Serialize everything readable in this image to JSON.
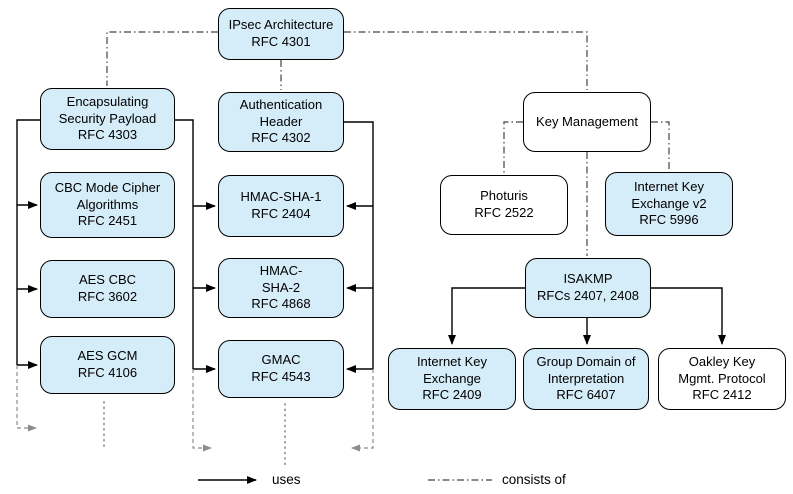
{
  "colors": {
    "box_fill_blue": "#d5ecf9",
    "box_fill_white": "#ffffff",
    "box_border": "#000000",
    "uses_line": "#000000",
    "consists_of_line": "#444444",
    "continuation_line": "#8c8c8c",
    "background": "#ffffff"
  },
  "nodes": {
    "ipsec": {
      "label": "IPsec Architecture\nRFC 4301",
      "variant": "blue"
    },
    "esp": {
      "label": "Encapsulating\nSecurity Payload\nRFC 4303",
      "variant": "blue"
    },
    "cbc": {
      "label": "CBC Mode Cipher\nAlgorithms\nRFC 2451",
      "variant": "blue"
    },
    "aes_cbc": {
      "label": "AES CBC\nRFC 3602",
      "variant": "blue"
    },
    "aes_gcm": {
      "label": "AES GCM\nRFC 4106",
      "variant": "blue"
    },
    "ah": {
      "label": "Authentication\nHeader\nRFC 4302",
      "variant": "blue"
    },
    "hmac_sha1": {
      "label": "HMAC-SHA-1\nRFC 2404",
      "variant": "blue"
    },
    "hmac_sha2": {
      "label": "HMAC-\nSHA-2\nRFC 4868",
      "variant": "blue"
    },
    "gmac": {
      "label": "GMAC\nRFC 4543",
      "variant": "blue"
    },
    "key_mgmt": {
      "label": "Key Management",
      "variant": "white"
    },
    "photuris": {
      "label": "Photuris\nRFC 2522",
      "variant": "white"
    },
    "ikev2": {
      "label": "Internet Key\nExchange v2\nRFC 5996",
      "variant": "blue"
    },
    "isakmp": {
      "label": "ISAKMP\nRFCs 2407, 2408",
      "variant": "blue"
    },
    "ike": {
      "label": "Internet Key\nExchange\nRFC 2409",
      "variant": "blue"
    },
    "gdoi": {
      "label": "Group Domain of\nInterpretation\nRFC 6407",
      "variant": "blue"
    },
    "oakley": {
      "label": "Oakley Key\nMgmt. Protocol\nRFC 2412",
      "variant": "white"
    }
  },
  "edges": [
    {
      "from": "ipsec",
      "to": "esp",
      "type": "consists-of"
    },
    {
      "from": "ipsec",
      "to": "ah",
      "type": "consists-of"
    },
    {
      "from": "ipsec",
      "to": "key_mgmt",
      "type": "consists-of"
    },
    {
      "from": "key_mgmt",
      "to": "photuris",
      "type": "consists-of"
    },
    {
      "from": "key_mgmt",
      "to": "ikev2",
      "type": "consists-of"
    },
    {
      "from": "key_mgmt",
      "to": "isakmp",
      "type": "consists-of"
    },
    {
      "from": "esp",
      "to": "cbc",
      "type": "uses"
    },
    {
      "from": "esp",
      "to": "aes_cbc",
      "type": "uses"
    },
    {
      "from": "esp",
      "to": "aes_gcm",
      "type": "uses"
    },
    {
      "from": "esp",
      "to": "hmac_sha1",
      "type": "uses"
    },
    {
      "from": "esp",
      "to": "hmac_sha2",
      "type": "uses"
    },
    {
      "from": "esp",
      "to": "gmac",
      "type": "uses"
    },
    {
      "from": "ah",
      "to": "hmac_sha1",
      "type": "uses"
    },
    {
      "from": "ah",
      "to": "hmac_sha2",
      "type": "uses"
    },
    {
      "from": "ah",
      "to": "gmac",
      "type": "uses"
    },
    {
      "from": "isakmp",
      "to": "ike",
      "type": "uses"
    },
    {
      "from": "isakmp",
      "to": "gdoi",
      "type": "uses"
    },
    {
      "from": "isakmp",
      "to": "oakley",
      "type": "uses"
    }
  ],
  "legend": {
    "uses_label": "uses",
    "consists_of_label": "consists of"
  }
}
